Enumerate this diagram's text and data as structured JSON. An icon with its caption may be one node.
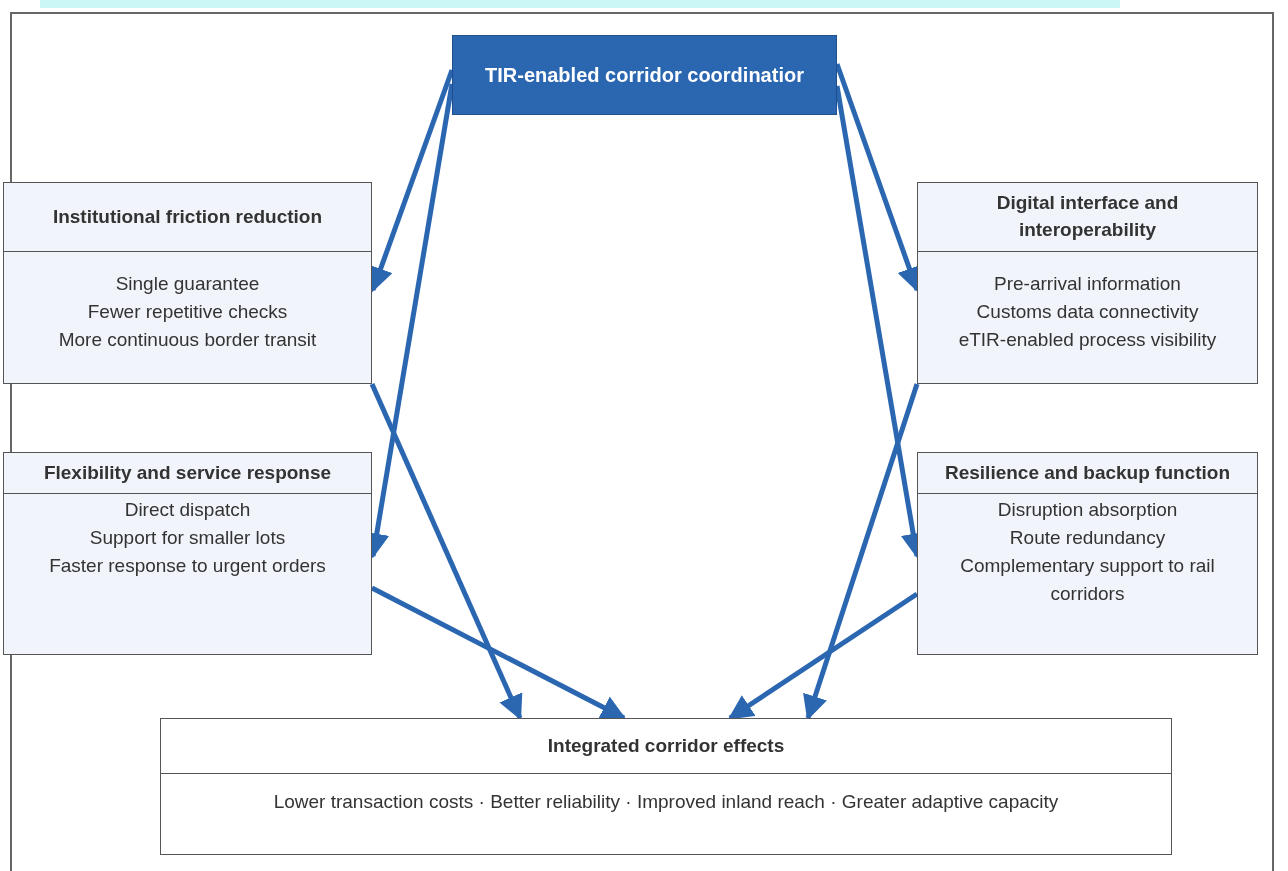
{
  "diagram": {
    "nodes": [
      {
        "text": [
          "TIR-enabled corridor coordinatior"
        ]
      },
      {
        "text": [
          "Institutional friction reduction",
          "Single guarantee",
          "Fewer repetitive checks",
          "More continuous border transit"
        ]
      },
      {
        "text": [
          "Digital interface and interoperability",
          "Pre-arrival information",
          "Customs data connectivity",
          "eTIR-enabled process visibility"
        ]
      },
      {
        "text": [
          "Flexibility and service response",
          "Direct dispatch",
          "Support for smaller lots",
          "Faster response to urgent orders"
        ]
      },
      {
        "text": [
          "Resilience and backup function",
          "Disruption absorption",
          "Route redundancy",
          "Complementary support to rail corridors"
        ]
      },
      {
        "text": [
          "Integrated corridor effects",
          "Lower transaction costs · Better reliability · Improved inland reach · Greater adaptive capacity"
        ]
      }
    ],
    "edges": [
      {
        "from": 0,
        "to": 1,
        "arrow": "to"
      },
      {
        "from": 0,
        "to": 3,
        "arrow": "to"
      },
      {
        "from": 0,
        "to": 2,
        "arrow": "to"
      },
      {
        "from": 0,
        "to": 4,
        "arrow": "to"
      },
      {
        "from": 1,
        "to": 5,
        "arrow": "to"
      },
      {
        "from": 3,
        "to": 5,
        "arrow": "to"
      },
      {
        "from": 4,
        "to": 5,
        "arrow": "to"
      },
      {
        "from": 2,
        "to": 5,
        "arrow": "to"
      }
    ]
  }
}
